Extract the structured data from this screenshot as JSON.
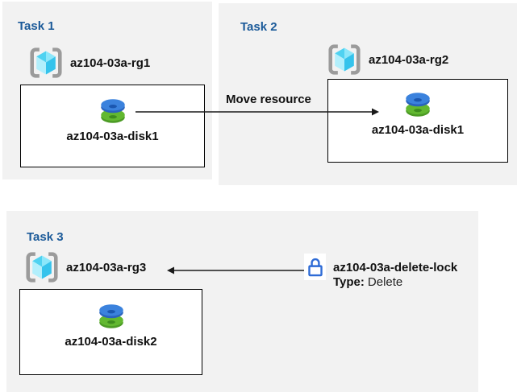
{
  "tasks": [
    {
      "title": "Task 1",
      "resource_group": "az104-03a-rg1",
      "disk": "az104-03a-disk1"
    },
    {
      "title": "Task 2",
      "resource_group": "az104-03a-rg2",
      "disk": "az104-03a-disk1"
    },
    {
      "title": "Task 3",
      "resource_group": "az104-03a-rg3",
      "disk": "az104-03a-disk2"
    }
  ],
  "arrows": {
    "move_label": "Move resource"
  },
  "lock": {
    "name": "az104-03a-delete-lock",
    "type_label": "Type:",
    "type_value": "Delete"
  },
  "colors": {
    "panel_bg": "#f2f2f2",
    "task_title": "#1b5a99",
    "lock_blue": "#2e6bd6",
    "arrow": "#1a1a1a",
    "disk_blue": "#3b82dd",
    "disk_green": "#62b830",
    "cube_cyan": "#50d5f2",
    "bracket_gray": "#9b9b9b"
  }
}
